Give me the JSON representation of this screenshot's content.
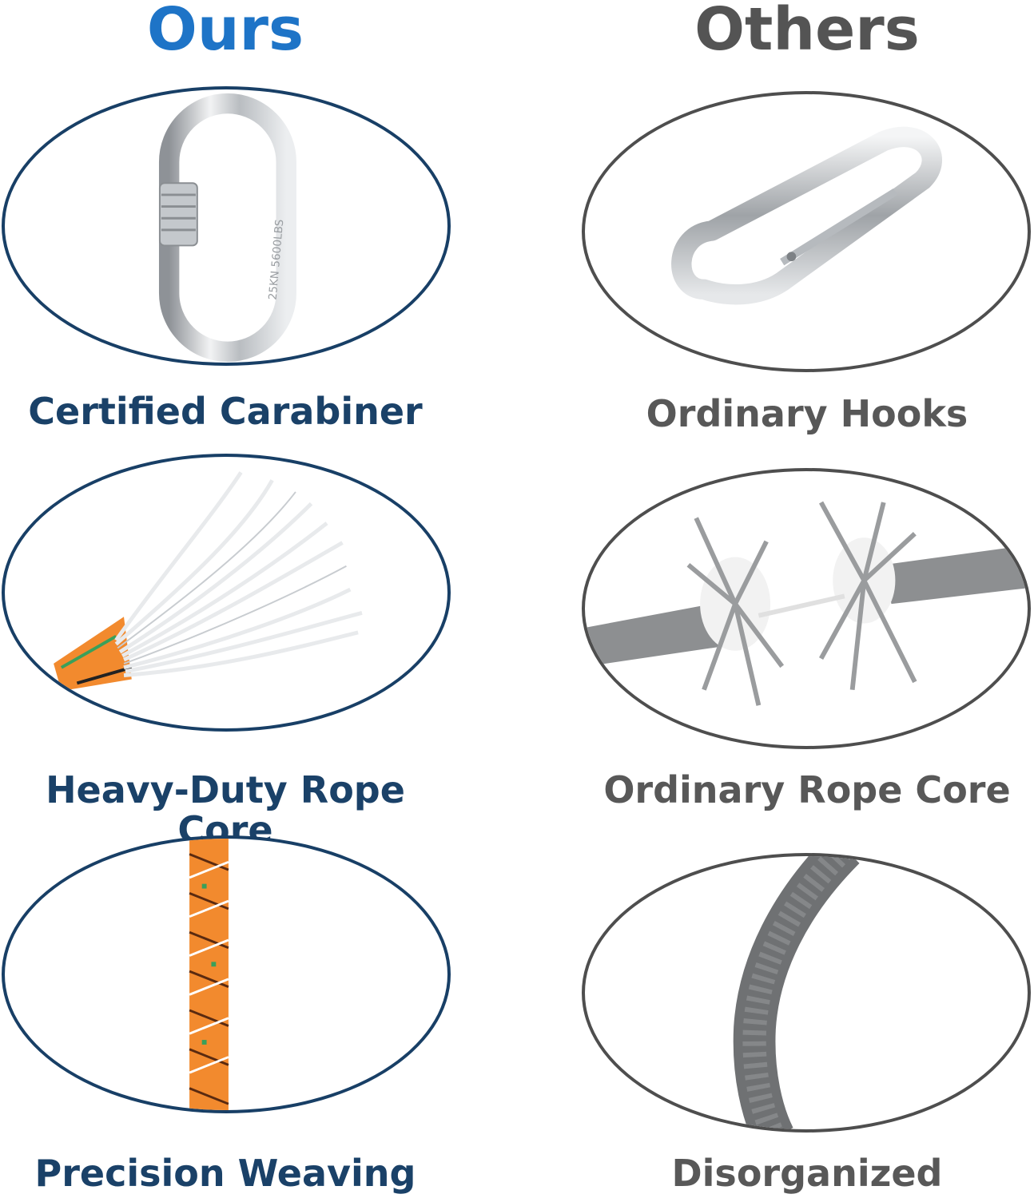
{
  "headings": {
    "ours": "Ours",
    "others": "Others"
  },
  "rows": [
    {
      "ours_label": "Certified Carabiner",
      "others_label": "Ordinary Hooks"
    },
    {
      "ours_label": "Heavy-Duty Rope Core",
      "others_label": "Ordinary Rope Core"
    },
    {
      "ours_label": "Precision Weaving",
      "others_label": "Disorganized"
    }
  ],
  "carabiner_engraving": "25KN 5600LBS",
  "colors": {
    "ours_heading": "#1e74c7",
    "ours_accent": "#183f66",
    "others_accent": "#4e4e4e",
    "rope_orange": "#f28a2e"
  }
}
